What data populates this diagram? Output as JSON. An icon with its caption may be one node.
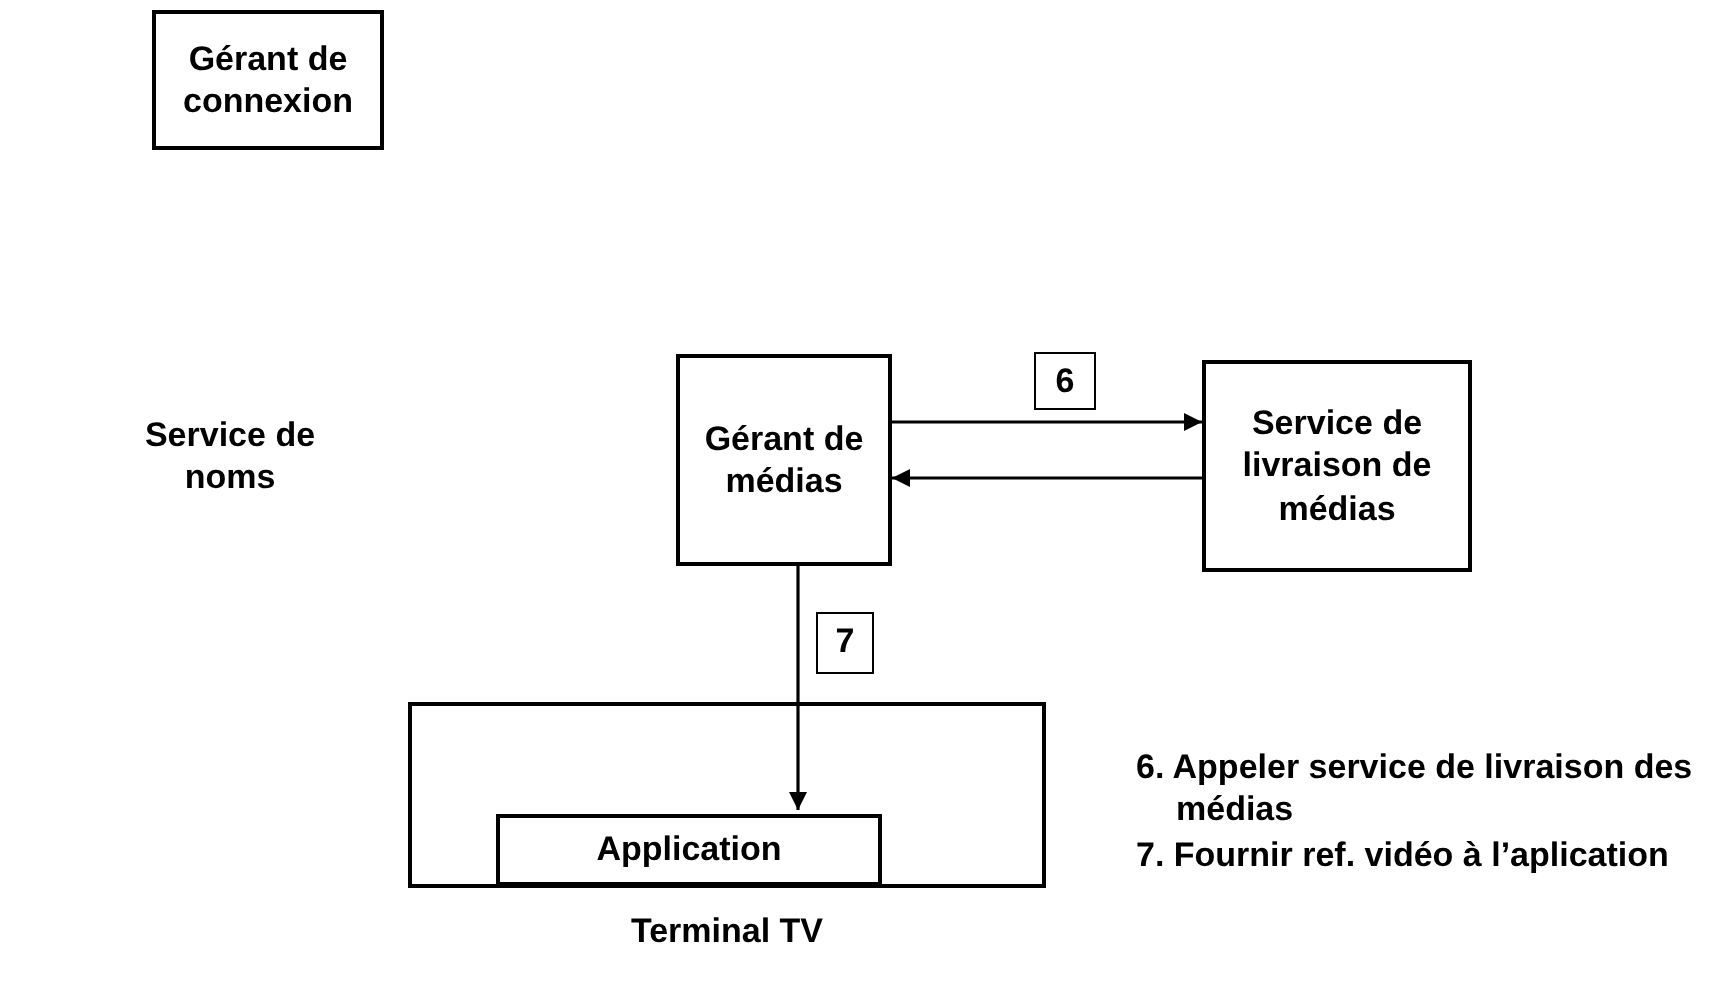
{
  "diagram": {
    "nodes": [
      {
        "text": [
          "Gérant de connexion"
        ]
      },
      {
        "text": [
          "Gérant de médias"
        ]
      },
      {
        "text": [
          "Service de livraison de médias"
        ]
      },
      {
        "text": [
          "Terminal TV"
        ]
      },
      {
        "text": [
          "Application"
        ],
        "in": 3
      }
    ],
    "edges": [
      {
        "from": 1,
        "to": 2,
        "arrow": "to",
        "label": "6"
      },
      {
        "from": 2,
        "to": 1,
        "arrow": "to"
      },
      {
        "from": 1,
        "to": 4,
        "arrow": "to",
        "label": "7"
      }
    ],
    "labels": [
      "Service de noms",
      "6. Appeler service de livraison des médias",
      "7. Fournir ref. vidéo à l’aplication"
    ]
  }
}
